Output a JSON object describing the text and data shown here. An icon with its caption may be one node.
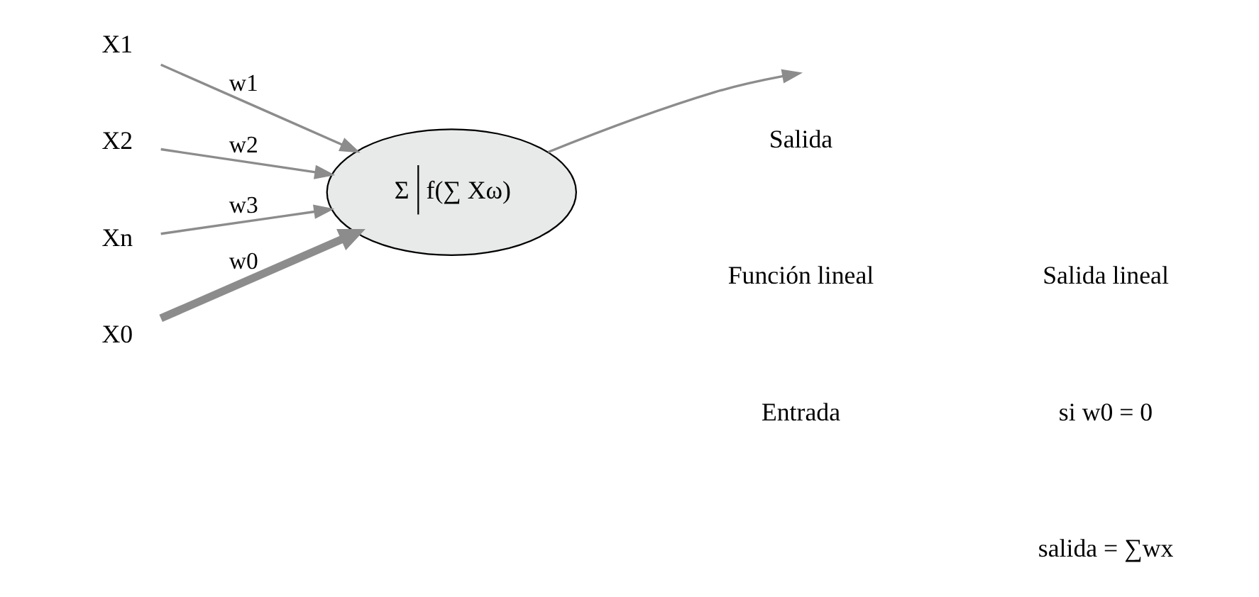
{
  "diagram": {
    "nodes": [
      {
        "text": [
          "X1"
        ]
      },
      {
        "text": [
          "X2"
        ]
      },
      {
        "text": [
          "Xn"
        ]
      },
      {
        "text": [
          "X0"
        ]
      },
      {
        "text": [
          "Σ",
          "f(∑ Xω)"
        ]
      }
    ],
    "edges": [
      {
        "from": 0,
        "to": 4,
        "arrow": "to",
        "label": "w1"
      },
      {
        "from": 1,
        "to": 4,
        "arrow": "to",
        "label": "w2"
      },
      {
        "from": 2,
        "to": 4,
        "arrow": "to",
        "label": "w3"
      },
      {
        "from": 3,
        "to": 4,
        "arrow": "to",
        "label": "w0",
        "style": "thick"
      },
      {
        "from": 4,
        "to": null,
        "arrow": "to"
      }
    ],
    "labels": [
      "Función lineal",
      "Salida",
      "Salida lineal",
      "si w0 = 0",
      "salida = ∑wx",
      "Entrada"
    ]
  }
}
